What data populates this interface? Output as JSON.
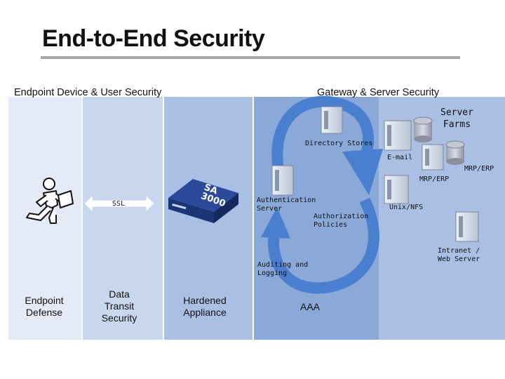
{
  "title": "End-to-End Security",
  "sections": {
    "left": "Endpoint Device & User Security",
    "right": "Gateway & Server Security"
  },
  "columns": {
    "endpoint_defense": "Endpoint\nDefense",
    "data_transit": "Data\nTransit\nSecurity",
    "hardened_appliance": "Hardened\nAppliance",
    "aaa": "AAA"
  },
  "labels": {
    "ssl": "SSL",
    "device_model": "SA\n3000",
    "server_farms": "Server\nFarms",
    "directory_stores": "Directory Stores",
    "email": "E-mail",
    "mrp_erp_1": "MRP/ERP",
    "mrp_erp_2": "MRP/ERP",
    "authentication_server": "Authentication\nServer",
    "authorization_policies": "Authorization\nPolicies",
    "unix_nfs": "Unix/NFS",
    "intranet_web_server": "Intranet /\nWeb Server",
    "auditing_logging": "Auditing and\nLogging"
  },
  "colors": {
    "band1": "#e4ebf6",
    "band2": "#c8d7ee",
    "band3": "#a9c0e4",
    "band4": "#8aa8d8",
    "arrow": "#4a7fd0",
    "server": "#d4dbe6"
  }
}
